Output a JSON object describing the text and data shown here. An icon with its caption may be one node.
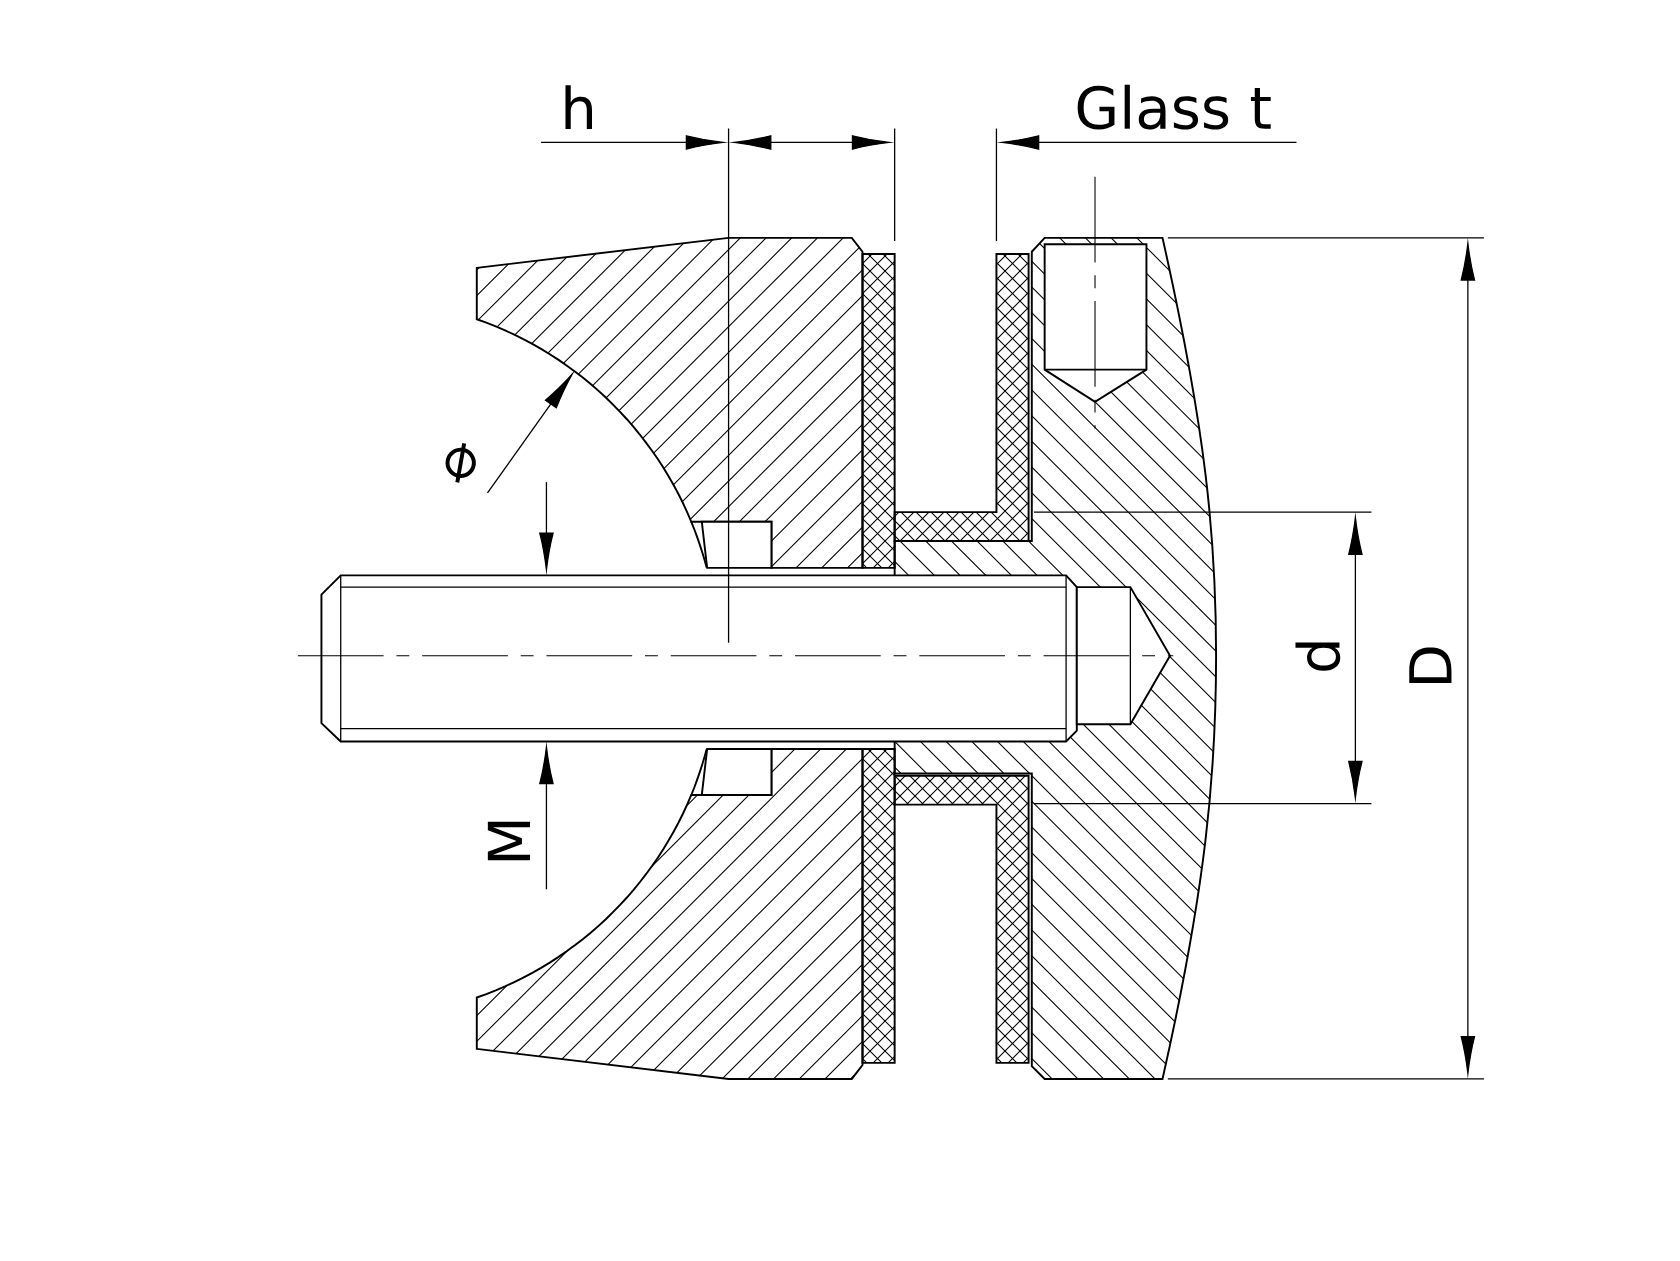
{
  "diagram": {
    "labels": [
      "h",
      "Glass t",
      "⌀",
      "M",
      "d",
      "D"
    ]
  }
}
